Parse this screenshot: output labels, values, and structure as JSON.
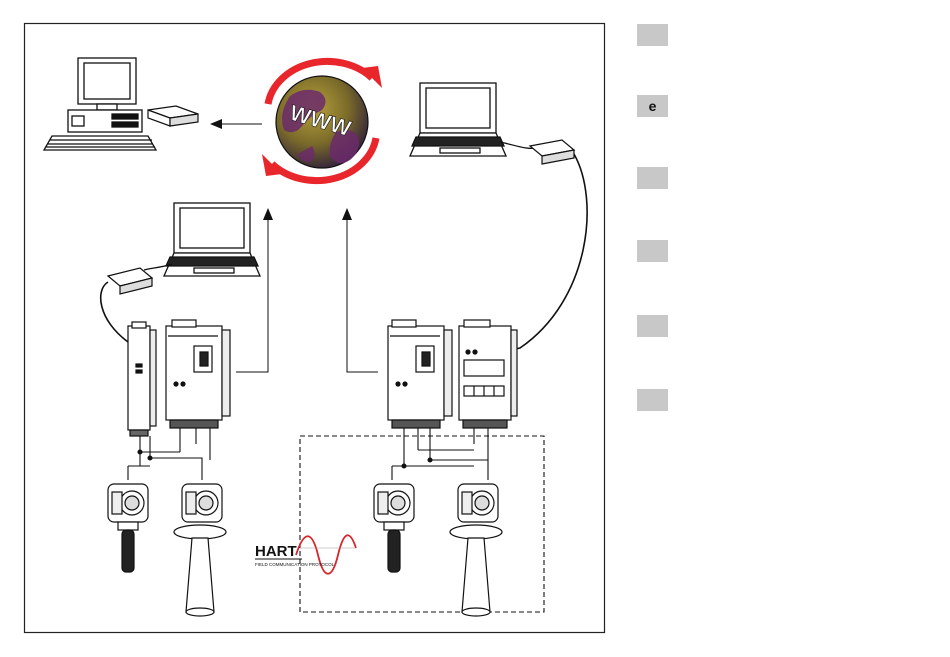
{
  "side_tabs": [
    {
      "id": "tab-1",
      "label": ""
    },
    {
      "id": "tab-2",
      "label": "e"
    },
    {
      "id": "tab-3",
      "label": ""
    },
    {
      "id": "tab-4",
      "label": ""
    },
    {
      "id": "tab-5",
      "label": ""
    },
    {
      "id": "tab-6",
      "label": ""
    }
  ],
  "globe": {
    "text": "WWW"
  },
  "hart_logo": {
    "title": "HART",
    "subtitle": "FIELD COMMUNICATION PROTOCOL"
  },
  "colors": {
    "frame": "#222222",
    "tab_fill": "#c8c8c8",
    "arrow_red": "#e8262b",
    "globe_land": "#7a8a2a",
    "globe_sea": "#6b2a6b",
    "hart_red": "#d4262b"
  }
}
